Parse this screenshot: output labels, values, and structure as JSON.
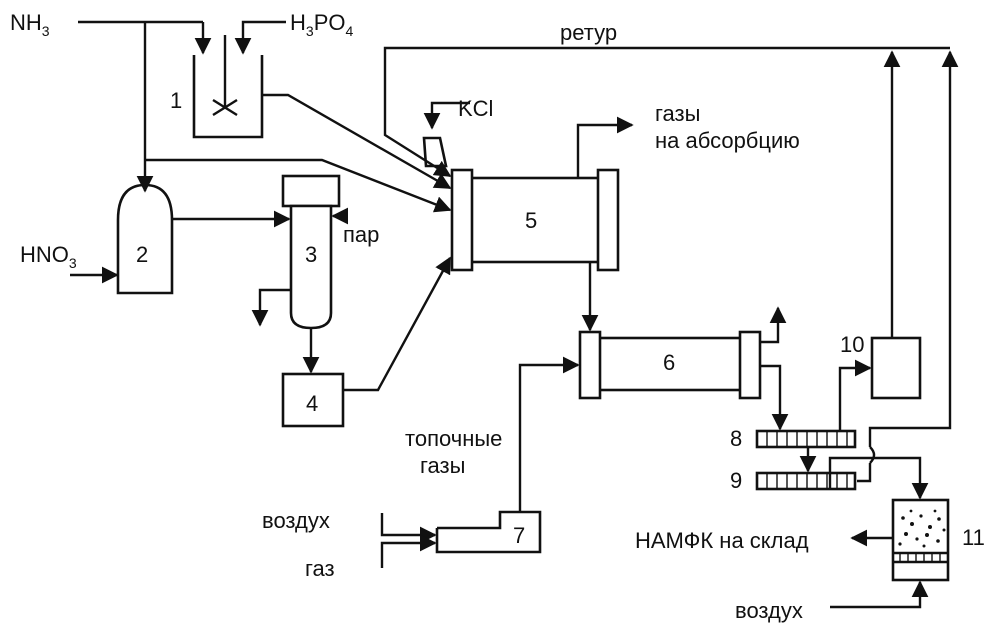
{
  "units": {
    "u1": "1",
    "u2": "2",
    "u3": "3",
    "u4": "4",
    "u5": "5",
    "u6": "6",
    "u7": "7",
    "u8": "8",
    "u9": "9",
    "u10": "10",
    "u11": "11"
  },
  "labels": {
    "nh3_main": "NH",
    "nh3_sub": "3",
    "h3po4_a": "H",
    "h3po4_b": "3",
    "h3po4_c": "PO",
    "h3po4_d": "4",
    "hno3_main": "HNO",
    "hno3_sub": "3",
    "retur": "ретур",
    "kcl": "KCl",
    "gases_line1": "газы",
    "gases_line2": "на абсорбцию",
    "steam": "пар",
    "flue_line1": "топочные",
    "flue_line2": "газы",
    "air_burner": "воздух",
    "gas_burner": "газ",
    "product": "НАМФК на склад",
    "air_cooler": "воздух"
  }
}
